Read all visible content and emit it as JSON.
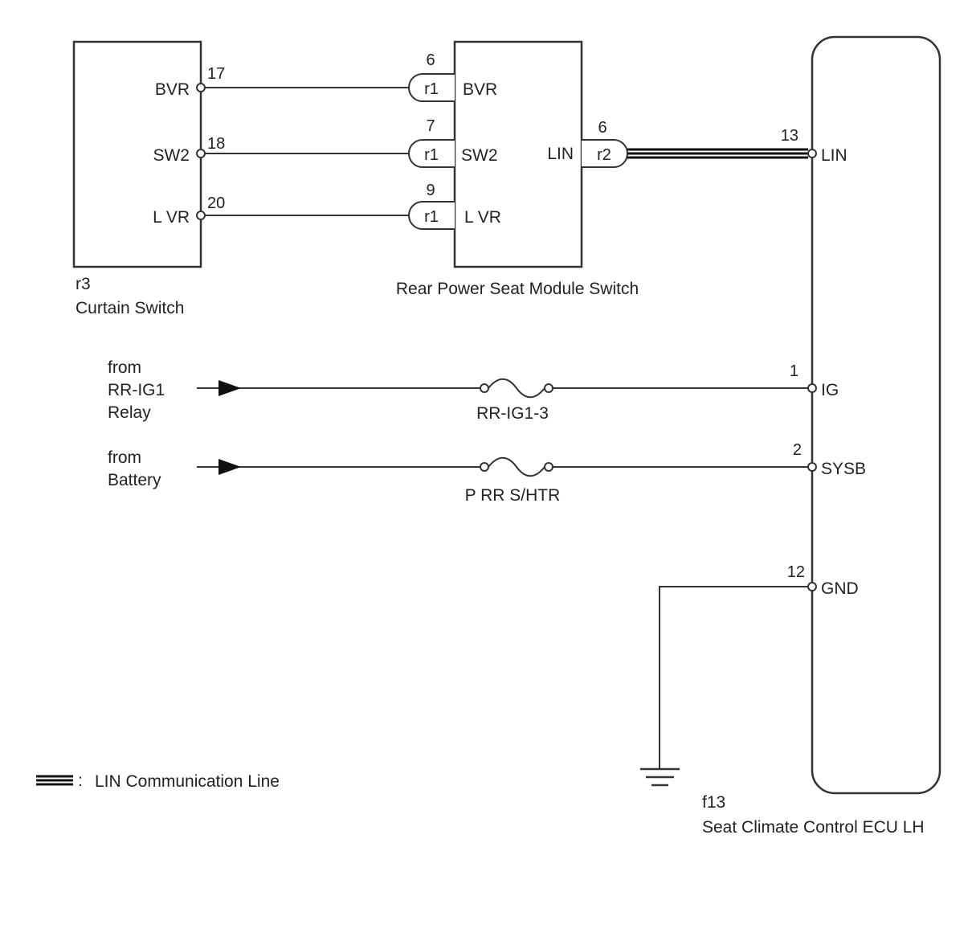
{
  "components": {
    "curtain_switch": {
      "code": "r3",
      "name": "Curtain Switch",
      "pins": [
        {
          "num": "17",
          "label": "BVR"
        },
        {
          "num": "18",
          "label": "SW2"
        },
        {
          "num": "20",
          "label": "L VR"
        }
      ]
    },
    "rear_power_seat_module_switch": {
      "name": "Rear Power Seat Module Switch",
      "pins": [
        {
          "num": "6",
          "connector": "r1",
          "label": "BVR"
        },
        {
          "num": "7",
          "connector": "r1",
          "label": "SW2"
        },
        {
          "num": "9",
          "connector": "r1",
          "label": "L VR"
        }
      ],
      "lin_pin": {
        "num": "6",
        "connector": "r2",
        "label": "LIN"
      }
    },
    "seat_climate_control_ecu": {
      "code": "f13",
      "name": "Seat Climate Control ECU LH",
      "pins": [
        {
          "num": "13",
          "label": "LIN"
        },
        {
          "num": "1",
          "label": "IG"
        },
        {
          "num": "2",
          "label": "SYSB"
        },
        {
          "num": "12",
          "label": "GND"
        }
      ]
    }
  },
  "sources": {
    "relay": {
      "lines": [
        "from",
        "RR-IG1",
        "Relay"
      ],
      "fuse": "RR-IG1-3"
    },
    "battery": {
      "lines": [
        "from",
        "Battery"
      ],
      "fuse": "P RR S/HTR"
    }
  },
  "legend": {
    "symbol_sep": ":",
    "label": "LIN Communication Line"
  }
}
